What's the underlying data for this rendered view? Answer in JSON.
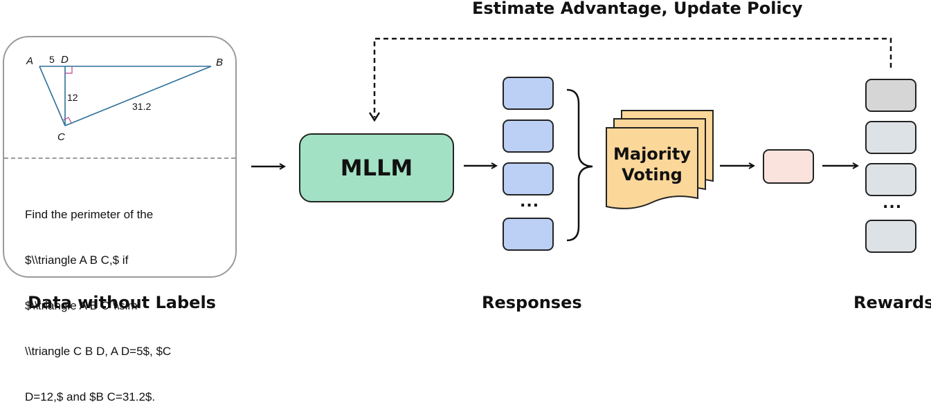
{
  "titles": {
    "top": "Estimate Advantage, Update Policy",
    "data": "Data without Labels",
    "responses": "Responses",
    "rewards": "Rewards"
  },
  "figure": {
    "vertex_a": "A",
    "vertex_b": "B",
    "vertex_c": "C",
    "vertex_d": "D",
    "len_ad": "5",
    "len_cd": "12",
    "len_bc": "31.2"
  },
  "problem_lines": [
    "Find the perimeter of the",
    "$\\\\triangle A B C,$ if",
    "$\\\\triangle A B C \\\\sim",
    "\\\\triangle C B D, A D=5$, $C",
    "D=12,$ and $B C=31.2$."
  ],
  "model": {
    "label": "MLLM"
  },
  "voting": {
    "line1": "Majority",
    "line2": "Voting"
  },
  "ellipsis": "..."
}
